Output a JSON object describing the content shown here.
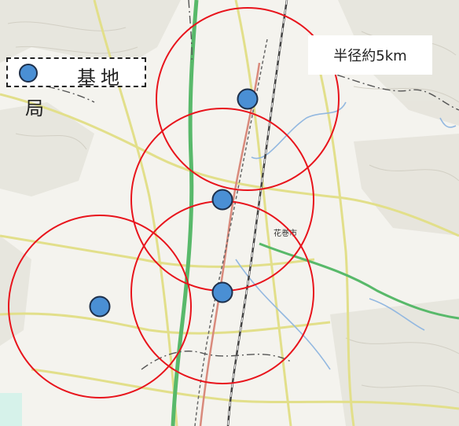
{
  "legend": {
    "label": "基地局",
    "label_main": "基地",
    "label_wrap": "局"
  },
  "coverage": {
    "radius_label": "半径約5km",
    "circle_color": "#e8141c",
    "station_color": "#4a8fd4"
  },
  "map_text": {
    "town_label": "花巻市"
  },
  "stations": [
    {
      "id": "station-north"
    },
    {
      "id": "station-center-upper"
    },
    {
      "id": "station-center-lower"
    },
    {
      "id": "station-west"
    }
  ]
}
